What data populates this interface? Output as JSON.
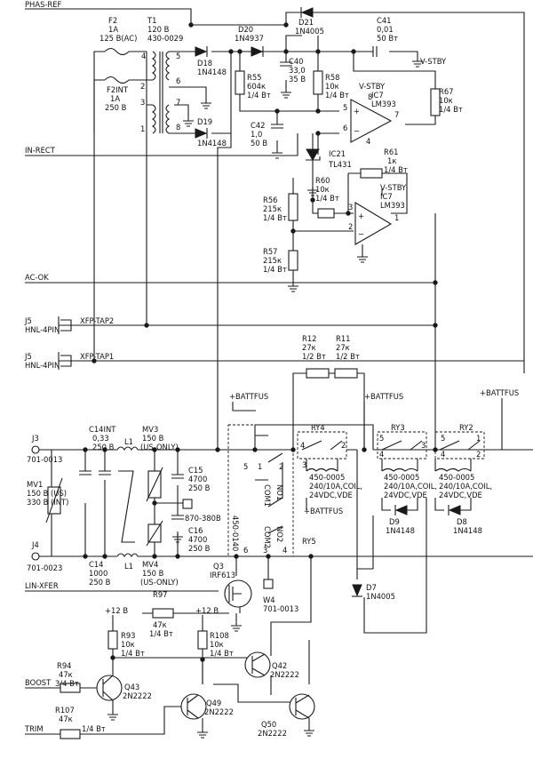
{
  "nets": {
    "phas_ref": "PHAS-REF",
    "in_rect": "IN-RECT",
    "ac_ok": "AC-OK",
    "v_stby": "V-STBY",
    "lin_xfer": "LIN-XFER",
    "boost": "BOOST",
    "trim": "TRIM",
    "battfus": "+BATTFUS",
    "plus12": "+12 B"
  },
  "connectors": {
    "j5a": {
      "ref": "J5",
      "type": "HNL-4PIN",
      "tap": "XFP-TAP2"
    },
    "j5b": {
      "ref": "J5",
      "type": "HNL-4PIN",
      "tap": "XFP-TAP1"
    },
    "j3": {
      "ref": "J3",
      "part": "701-0013"
    },
    "j4": {
      "ref": "J4",
      "part": "701-0023"
    },
    "w4": {
      "ref": "W4",
      "part": "701-0013"
    }
  },
  "components": {
    "f2": [
      "F2",
      "1A",
      "125 B(AC)"
    ],
    "f2int": [
      "F2INT",
      "1A",
      "250 B"
    ],
    "t1": [
      "T1",
      "120 B",
      "430-0029"
    ],
    "t1_pins": [
      "4",
      "5",
      "6",
      "7",
      "1",
      "8",
      "2",
      "3"
    ],
    "d20": [
      "D20",
      "1N4937"
    ],
    "d21": [
      "D21",
      "1N4005"
    ],
    "c41": [
      "C41",
      "0,01",
      "50 Bт"
    ],
    "d18": [
      "D18",
      "1N4148"
    ],
    "d19": [
      "D19",
      "1N4148"
    ],
    "r55": [
      "R55",
      "604к",
      "1/4 Bт"
    ],
    "c40": [
      "C40",
      "33,0",
      "35 B"
    ],
    "r58": [
      "R58",
      "10к",
      "1/4 Bт"
    ],
    "ic7a": [
      "V-STBY",
      "IC7",
      "LM393"
    ],
    "ic7a_pins": [
      "5",
      "6",
      "7",
      "8",
      "4"
    ],
    "r67": [
      "R67",
      "10к",
      "1/4 Bт"
    ],
    "c42": [
      "C42",
      "1,0",
      "50 B"
    ],
    "ic21": [
      "IC21",
      "TL431"
    ],
    "r61": [
      "R61",
      "1к",
      "1/4 Bт"
    ],
    "r60": [
      "R60",
      "10к",
      "1/4 Bт"
    ],
    "ic7b": [
      "V-STBY",
      "IC7",
      "LM393"
    ],
    "ic7b_pins": [
      "3",
      "2",
      "1"
    ],
    "r56": [
      "R56",
      "215к",
      "1/4 Bт"
    ],
    "r57": [
      "R57",
      "215к",
      "1/4 Bт"
    ],
    "r12": [
      "R12",
      "27к",
      "1/2 Bт"
    ],
    "r11": [
      "R11",
      "27к",
      "1/2 Bт"
    ],
    "c14int": [
      "C14INT",
      "0,33",
      "250 B"
    ],
    "l1": "L1",
    "mv3": [
      "MV3",
      "150 B",
      "(US-ONLY)"
    ],
    "c15": [
      "C15",
      "4700",
      "250 B"
    ],
    "c16": [
      "C16",
      "4700",
      "250 B"
    ],
    "p870": "870-380B",
    "mv1": [
      "MV1",
      "150 B (US)",
      "330 B (INT)"
    ],
    "c14": [
      "C14",
      "1000",
      "250 B"
    ],
    "mv4": [
      "MV4",
      "150 B",
      "(US-ONLY)"
    ],
    "ry5": [
      "RY5",
      "450-0140",
      "COM1",
      "NO1",
      "COM2",
      "NO2"
    ],
    "ry5_pins": [
      "5",
      "1",
      "2",
      "6",
      "3",
      "4"
    ],
    "ry4": [
      "RY4",
      "450-0005",
      "240/10A,COIL,",
      "24VDC,VDE"
    ],
    "ry3": [
      "RY3",
      "450-0005",
      "240/10A,COIL,",
      "24VDC,VDE"
    ],
    "ry2": [
      "RY2",
      "450-0005",
      "240/10A,COIL,",
      "24VDC,VDE"
    ],
    "relay_pins": [
      "5",
      "4",
      "2",
      "3",
      "1"
    ],
    "d9": [
      "D9",
      "1N4148"
    ],
    "d8": [
      "D8",
      "1N4148"
    ],
    "d7": [
      "D7",
      "1N4005"
    ],
    "q3": [
      "Q3",
      "IRF613"
    ],
    "r97": [
      "R97",
      "47к",
      "1/4 Bт"
    ],
    "r93": [
      "R93",
      "10к",
      "1/4 Bт"
    ],
    "r108": [
      "R108",
      "10к",
      "1/4 Bт"
    ],
    "q42": [
      "Q42",
      "2N2222"
    ],
    "r94": [
      "R94",
      "47к",
      "3/4 Bт"
    ],
    "q43": [
      "Q43",
      "2N2222"
    ],
    "q49": [
      "Q49",
      "2N2222"
    ],
    "r107": [
      "R107",
      "47к",
      "1/4 Bт"
    ],
    "q50": [
      "Q50",
      "2N2222"
    ]
  }
}
